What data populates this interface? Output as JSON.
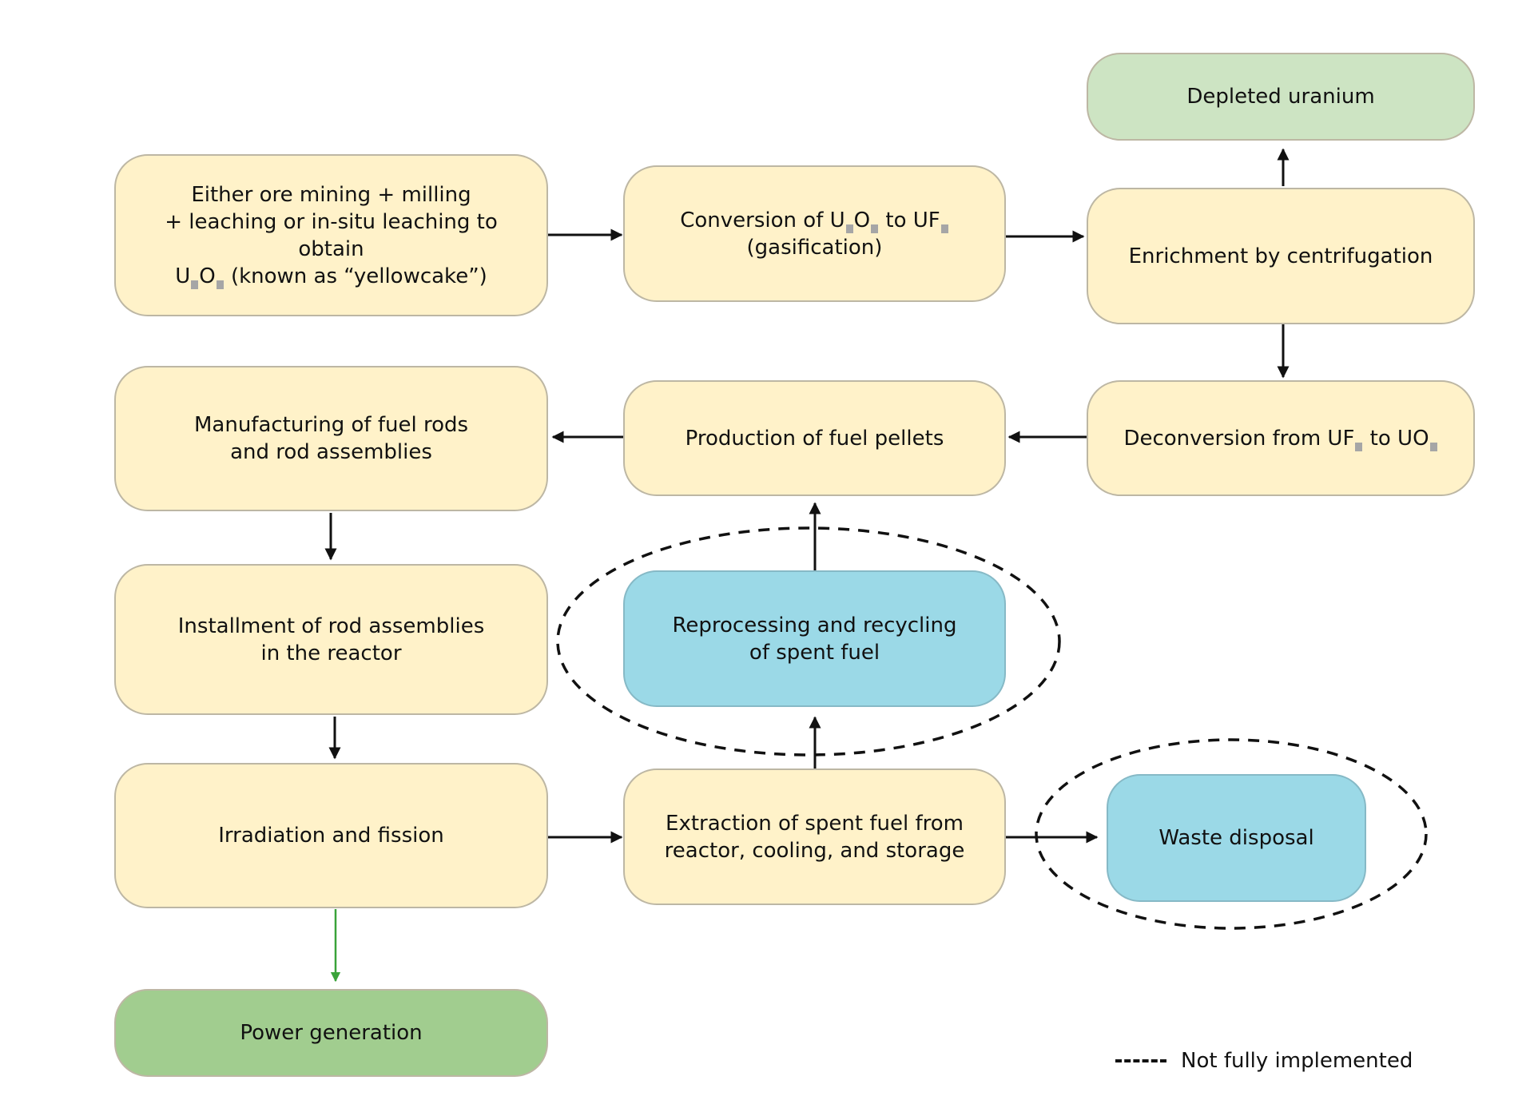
{
  "nodes": {
    "mining": {
      "line1": "Either ore mining + milling",
      "line2": "+ leaching or in-situ leaching to obtain",
      "line3_a": "U",
      "line3_b": "O",
      "line3_c": " (known as “yellowcake”)"
    },
    "conversion": {
      "line1_a": "Conversion of U",
      "line1_b": "O",
      "line1_c": " to UF",
      "line2": "(gasification)"
    },
    "enrichment": {
      "label": "Enrichment by centrifugation"
    },
    "depleted": {
      "label": "Depleted uranium"
    },
    "deconversion": {
      "part_a": "Deconversion from UF",
      "part_b": " to UO"
    },
    "pellets": {
      "label": "Production of fuel pellets"
    },
    "manufacturing": {
      "line1": "Manufacturing of fuel rods",
      "line2": "and rod assemblies"
    },
    "installment": {
      "line1": "Installment of rod assemblies",
      "line2": "in the reactor"
    },
    "reprocessing": {
      "line1": "Reprocessing and recycling",
      "line2": "of spent fuel"
    },
    "irradiation": {
      "label": "Irradiation and fission"
    },
    "extraction": {
      "line1": "Extraction of spent fuel from",
      "line2": "reactor, cooling, and storage"
    },
    "waste": {
      "label": "Waste disposal"
    },
    "power": {
      "label": "Power generation"
    }
  },
  "legend": {
    "dashed_label": "Not fully implemented"
  },
  "colors": {
    "process": "#fff2c9",
    "byproduct": "#cde4c3",
    "output": "#a1cd8f",
    "not_implemented": "#9bd9e7",
    "green_arrow": "#3aa33a",
    "arrow": "#111111"
  }
}
